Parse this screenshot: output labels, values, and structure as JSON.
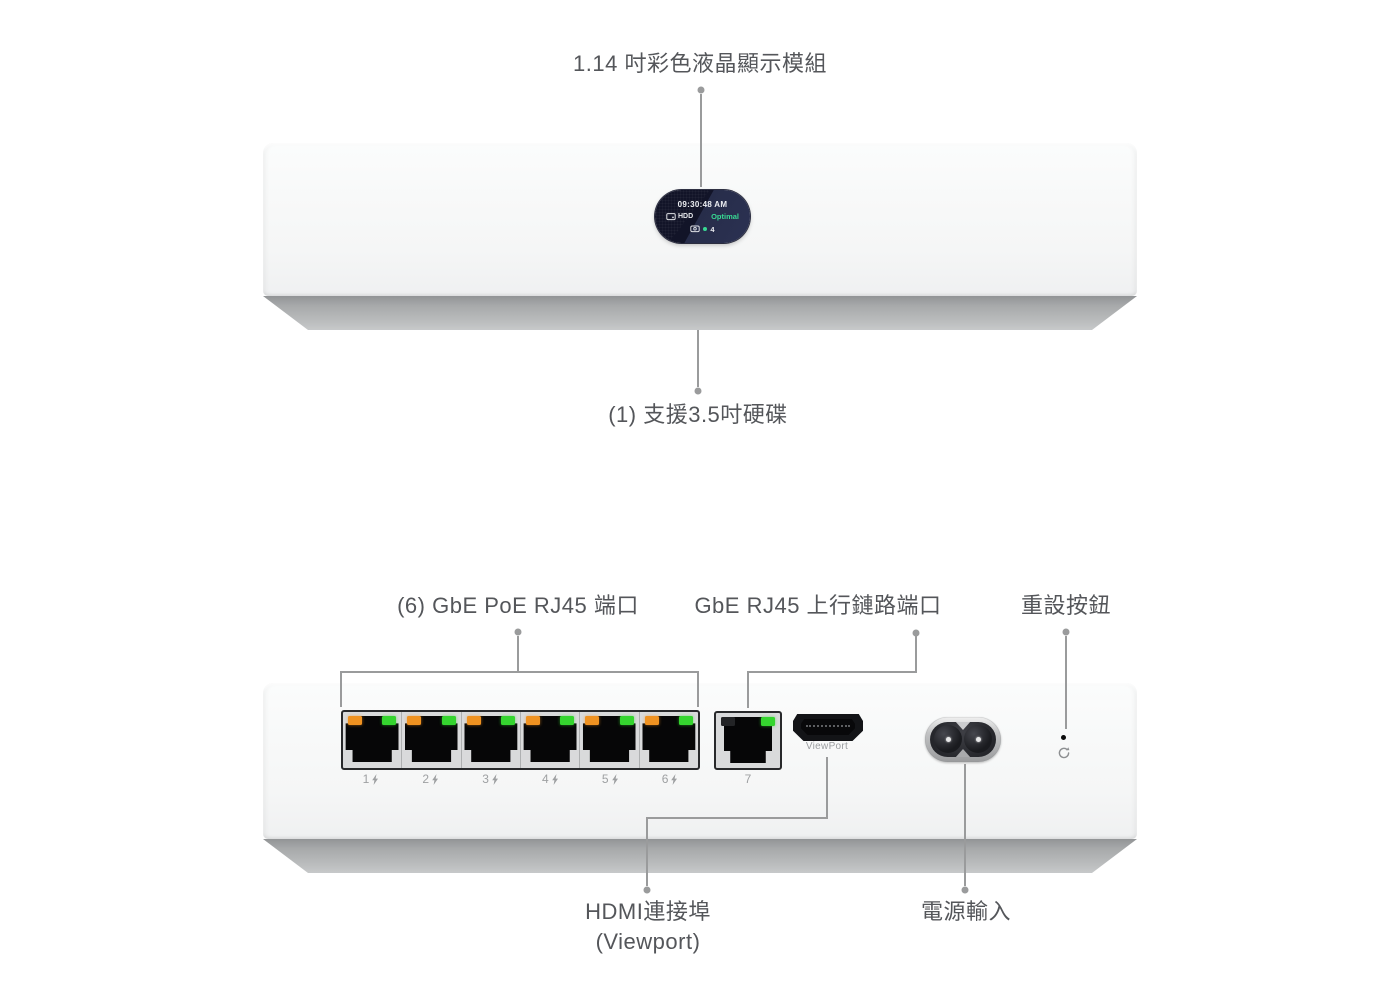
{
  "front_view": {
    "display_callout": "1.14 吋彩色液晶顯示模組",
    "hdd_callout": "(1) 支援3.5吋硬碟",
    "lcd": {
      "time": "09:30:48 AM",
      "hdd_label": "HDD",
      "hdd_status": "Optimal",
      "camera_count": "4"
    }
  },
  "rear_view": {
    "poe_callout": "(6) GbE PoE RJ45 端口",
    "uplink_callout": "GbE RJ45 上行鏈路端口",
    "reset_callout": "重設按鈕",
    "hdmi_callout_line1": "HDMI連接埠",
    "hdmi_callout_line2": "(Viewport)",
    "power_callout": "電源輸入",
    "viewport_port_label": "ViewPort",
    "poe_port_numbers": [
      "1",
      "2",
      "3",
      "4",
      "5",
      "6"
    ],
    "uplink_port_number": "7"
  },
  "colors": {
    "label_text": "#54565a",
    "callout_line": "#9a9b9c",
    "device_face": "#f7f8f8",
    "device_base": "#a7a9aa",
    "led_orange": "#ef9221",
    "led_green": "#35d52f",
    "lcd_bg_dark": "#121428",
    "lcd_bg_light": "#272d4a",
    "lcd_green": "#38d993",
    "lcd_text": "#eceef2",
    "port_number_text": "#9ea0a2"
  }
}
